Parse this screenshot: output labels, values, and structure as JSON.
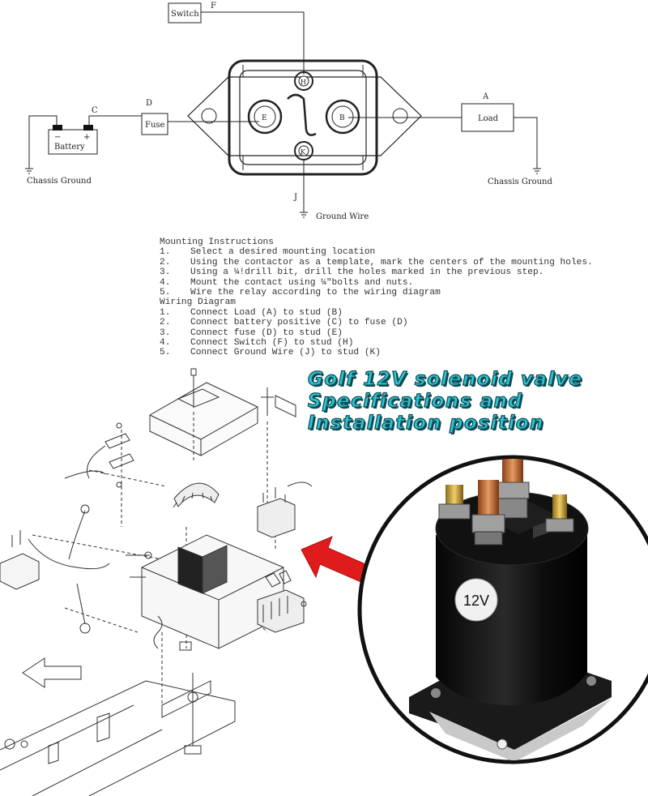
{
  "wiring": {
    "labels": {
      "switch": "Switch",
      "fuse": "Fuse",
      "battery": "Battery",
      "load": "Load",
      "chassis_ground_left": "Chassis Ground",
      "chassis_ground_right": "Chassis Ground",
      "ground_wire": "Ground Wire",
      "letter_f": "F",
      "letter_d": "D",
      "letter_c": "C",
      "letter_a": "A",
      "letter_j": "J",
      "stud_h": "H",
      "stud_e": "E",
      "stud_b": "B",
      "stud_k": "K",
      "minus": "−",
      "plus": "+"
    }
  },
  "instructions": {
    "mounting_title": "Mounting Instructions",
    "mounting_steps": [
      {
        "num": "1.",
        "text": "Select a desired mounting location"
      },
      {
        "num": "2.",
        "text": "Using the contactor as a template, mark the centers of the mounting holes."
      },
      {
        "num": "3.",
        "text": "Using a ¼!drill bit, drill the holes marked in the previous step."
      },
      {
        "num": "4.",
        "text": "Mount the contact using ¼\"bolts and nuts."
      },
      {
        "num": "5.",
        "text": "Wire the relay according to the wiring diagram"
      }
    ],
    "wiring_title": "Wiring Diagram",
    "wiring_steps": [
      {
        "num": "1.",
        "text": "Connect Load (A) to stud (B)"
      },
      {
        "num": "2.",
        "text": "Connect battery positive (C) to fuse (D)"
      },
      {
        "num": "3.",
        "text": "Connect fuse (D) to stud (E)"
      },
      {
        "num": "4.",
        "text": "Connect Switch (F) to stud (H)"
      },
      {
        "num": "5.",
        "text": "Connect Ground Wire (J) to stud (K)"
      }
    ]
  },
  "promo": {
    "line1": "Golf 12V solenoid valve",
    "line2": "Specifications and",
    "line3": "Installation position"
  },
  "product": {
    "voltage_label": "12V"
  },
  "colors": {
    "promo_text": "#2ec4cf",
    "promo_outline": "#0d4a55",
    "arrow": "#e01b1b",
    "solenoid_body": "#141414",
    "copper": "#c8713a"
  }
}
